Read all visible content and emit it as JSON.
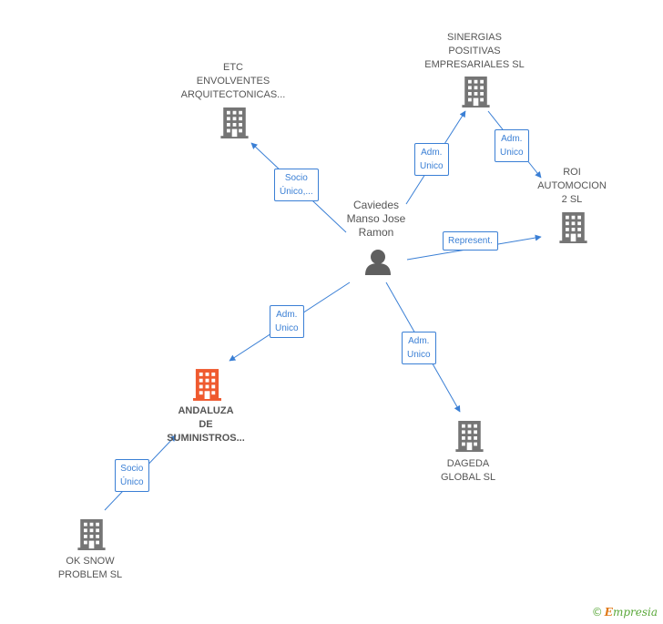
{
  "colors": {
    "edge": "#3a7fd5",
    "company": "#757575",
    "focus_company": "#ef5a2f",
    "person": "#5f5f5f"
  },
  "nodes": {
    "person": {
      "label_lines": [
        "Caviedes",
        "Manso Jose",
        "Ramon"
      ],
      "icon": "person-icon"
    },
    "etc": {
      "label_lines": [
        "ETC",
        "ENVOLVENTES",
        "ARQUITECTONICAS..."
      ],
      "icon": "building-icon"
    },
    "sinergias": {
      "label_lines": [
        "SINERGIAS",
        "POSITIVAS",
        "EMPRESARIALES SL"
      ],
      "icon": "building-icon"
    },
    "roi": {
      "label_lines": [
        "ROI",
        "AUTOMOCION",
        "2 SL"
      ],
      "icon": "building-icon"
    },
    "andaluza": {
      "label_lines": [
        "ANDALUZA",
        "DE",
        "SUMINISTROS..."
      ],
      "icon": "building-icon"
    },
    "dageda": {
      "label_lines": [
        "DAGEDA",
        "GLOBAL SL"
      ],
      "icon": "building-icon"
    },
    "oksnow": {
      "label_lines": [
        "OK SNOW",
        "PROBLEM SL"
      ],
      "icon": "building-icon"
    }
  },
  "edges": {
    "person_etc": {
      "label_lines": [
        "Socio",
        "Único,..."
      ]
    },
    "person_sinergias": {
      "label_lines": [
        "Adm.",
        "Unico"
      ]
    },
    "sinergias_roi": {
      "label_lines": [
        "Adm.",
        "Unico"
      ]
    },
    "person_roi": {
      "label_lines": [
        "Represent."
      ]
    },
    "person_andaluza": {
      "label_lines": [
        "Adm.",
        "Unico"
      ]
    },
    "person_dageda": {
      "label_lines": [
        "Adm.",
        "Unico"
      ]
    },
    "oksnow_andaluza": {
      "label_lines": [
        "Socio",
        "Único"
      ]
    }
  },
  "brand": {
    "copyright": "©",
    "name_initial": "E",
    "name_rest": "mpresia"
  }
}
